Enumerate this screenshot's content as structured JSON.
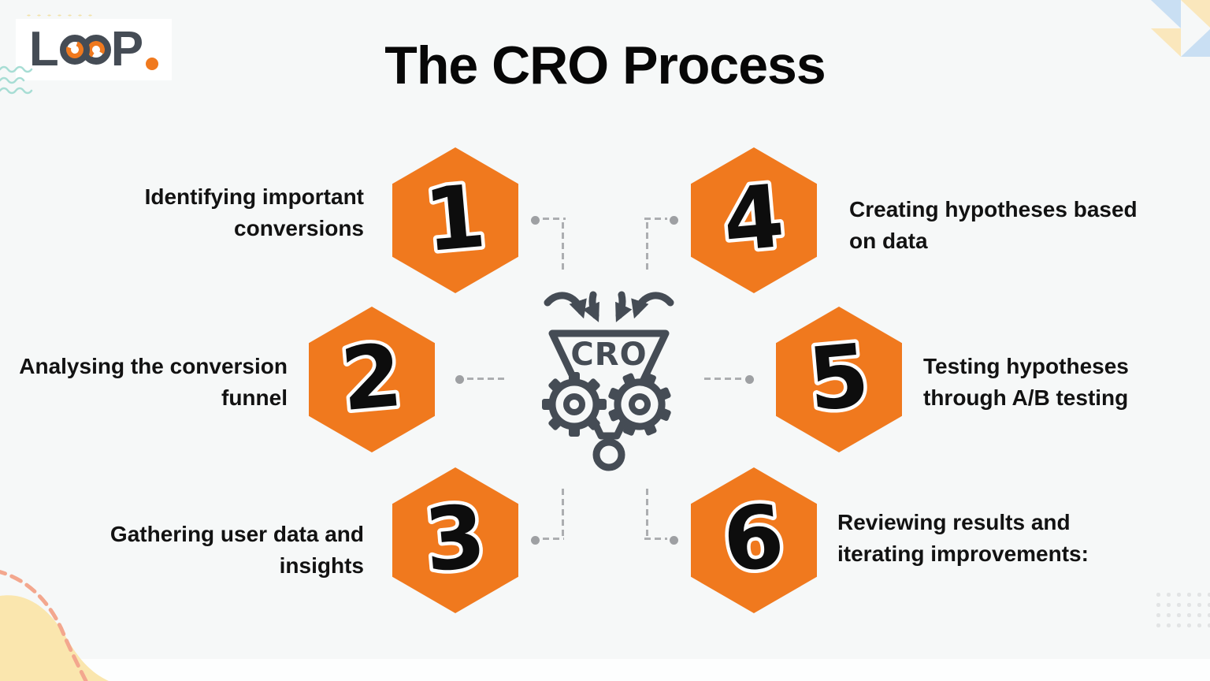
{
  "page": {
    "title": "The CRO Process"
  },
  "logo": {
    "brand": "LOOP.",
    "letter_l": "L",
    "letter_p": "P"
  },
  "center": {
    "funnel_label": "CRO"
  },
  "steps": [
    {
      "number": "1",
      "label": "Identifying important conversions",
      "lines": [
        "Identifying important",
        "conversions"
      ]
    },
    {
      "number": "2",
      "label": "Analysing the conversion funnel",
      "lines": [
        "Analysing the conversion",
        "funnel"
      ]
    },
    {
      "number": "3",
      "label": "Gathering user data and insights",
      "lines": [
        "Gathering user data and",
        "insights"
      ]
    },
    {
      "number": "4",
      "label": "Creating hypotheses based on data",
      "lines": [
        "Creating hypotheses based",
        "on data"
      ]
    },
    {
      "number": "5",
      "label": "Testing hypotheses through A/B testing",
      "lines": [
        "Testing hypotheses",
        "through A/B testing"
      ]
    },
    {
      "number": "6",
      "label": "Reviewing results and iterating improvements:",
      "lines": [
        "Reviewing results and",
        "iterating improvements:"
      ]
    }
  ],
  "colors": {
    "hexagon_orange": "#F0791E",
    "icon_charcoal": "#454C55",
    "connector_gray": "#ACAEB1",
    "text_black": "#121212",
    "background": "#F6F8F8",
    "decor_blue": "#C9DFF3",
    "decor_cream": "#FAE7BC",
    "decor_teal": "#A7DDD4",
    "decor_salmon": "#F3A78E"
  }
}
